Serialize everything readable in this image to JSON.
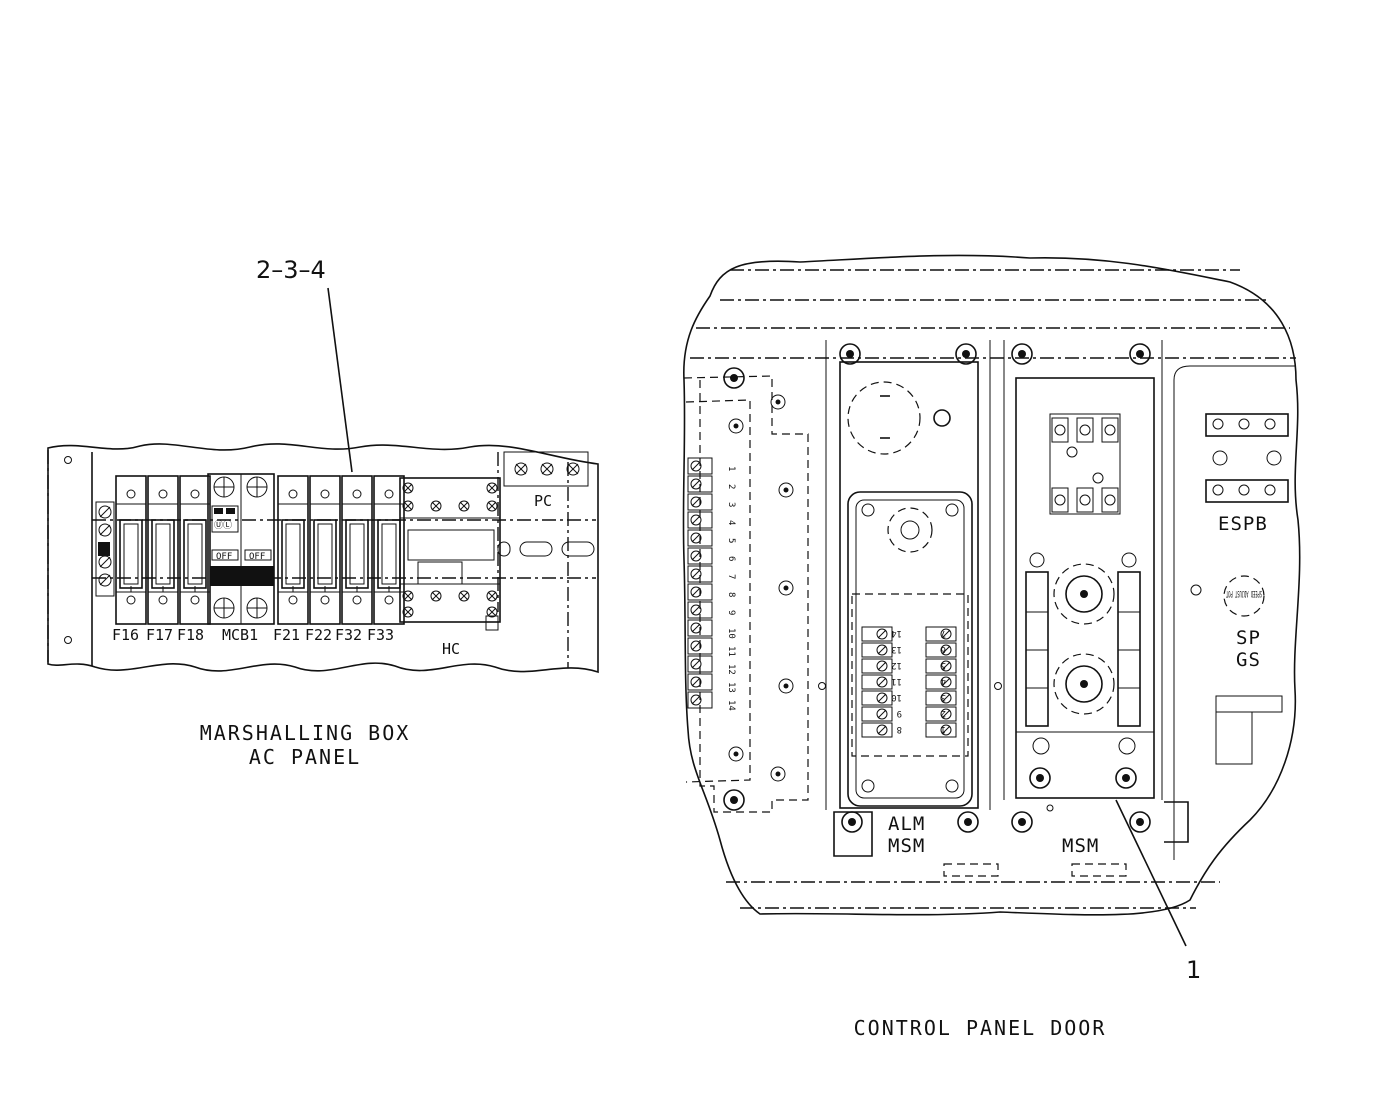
{
  "left_view": {
    "callout": "2–3–4",
    "fuse_labels": [
      "F16",
      "F17",
      "F18",
      "MCB1",
      "F21",
      "F22",
      "F32",
      "F33"
    ],
    "pc_label": "PC",
    "hc_label": "HC",
    "caption_line1": "MARSHALLING BOX",
    "caption_line2": "AC PANEL"
  },
  "right_view": {
    "callout": "1",
    "espb_label": "ESPB",
    "sp_label": "SP",
    "gs_label": "GS",
    "pot_label": "SPEED ADJUST POT",
    "alm_label": "ALM",
    "msm_label_left": "MSM",
    "msm_label_right": "MSM",
    "terminal_left": [
      "14",
      "13",
      "12",
      "11",
      "10",
      "9",
      "8"
    ],
    "terminal_right": [
      "7",
      "6",
      "5",
      "4",
      "3",
      "2",
      "1"
    ],
    "strip_numbers": [
      "1",
      "2",
      "3",
      "4",
      "5",
      "6",
      "7",
      "8",
      "9",
      "10",
      "11",
      "12",
      "13",
      "14"
    ],
    "caption": "CONTROL PANEL DOOR"
  }
}
